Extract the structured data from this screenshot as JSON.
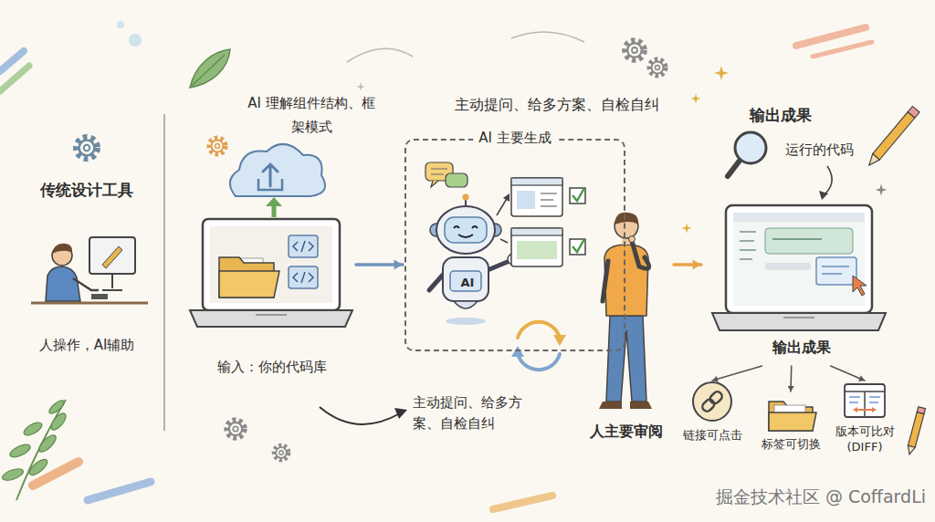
{
  "diagram": {
    "nodes": [
      {
        "text": [
          "输入：你的代码库"
        ]
      },
      {
        "text": [
          "AI 主要生成"
        ]
      },
      {
        "text": [
          "AI"
        ],
        "in": 1
      },
      {
        "text": [
          "人主要审阅"
        ]
      },
      {
        "text": [
          "输出成果"
        ]
      },
      {
        "text": [
          "链接可点击"
        ]
      },
      {
        "text": [
          "标签可切换"
        ]
      },
      {
        "text": [
          "版本可比对 (DIFF)"
        ]
      }
    ],
    "edges": [
      {
        "from": 0,
        "to": 1,
        "arrow": "to"
      },
      {
        "from": 3,
        "to": 4,
        "arrow": "to"
      },
      {
        "from": 4,
        "to": 5,
        "arrow": "to"
      },
      {
        "from": 4,
        "to": 6,
        "arrow": "to"
      },
      {
        "from": 4,
        "to": 7,
        "arrow": "to"
      }
    ],
    "labels": [
      "传统设计工具",
      "人操作，AI辅助",
      "AI 理解组件结构、框架模式",
      "主动提问、给多方案、自检自纠",
      "主动提问、给多方案、自检自纠",
      "输出成果",
      "运行的代码",
      "掘金技术社区 @ CoffardLi"
    ]
  }
}
